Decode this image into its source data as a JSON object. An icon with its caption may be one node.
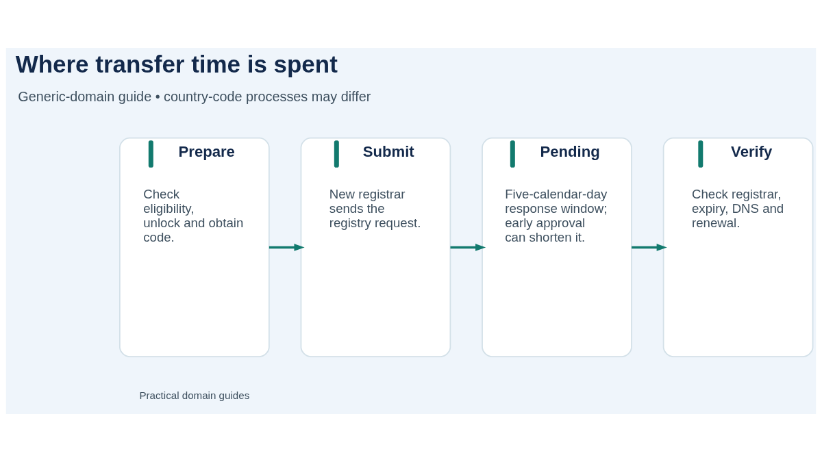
{
  "diagram": {
    "title": "Where transfer time is spent",
    "nodes": [
      {
        "text": [
          "Prepare",
          "Check eligibility, unlock and obtain code."
        ]
      },
      {
        "text": [
          "Submit",
          "New registrar sends the registry request."
        ]
      },
      {
        "text": [
          "Pending",
          "Five-calendar-day response window; early approval can shorten it."
        ]
      },
      {
        "text": [
          "Verify",
          "Check registrar, expiry, DNS and renewal."
        ]
      }
    ],
    "edges": [
      {
        "from": 0,
        "to": 1,
        "arrow": "to"
      },
      {
        "from": 1,
        "to": 2,
        "arrow": "to"
      },
      {
        "from": 2,
        "to": 3,
        "arrow": "to"
      }
    ],
    "labels": [
      "Generic-domain guide • country-code processes may differ",
      "Practical domain guides"
    ]
  }
}
